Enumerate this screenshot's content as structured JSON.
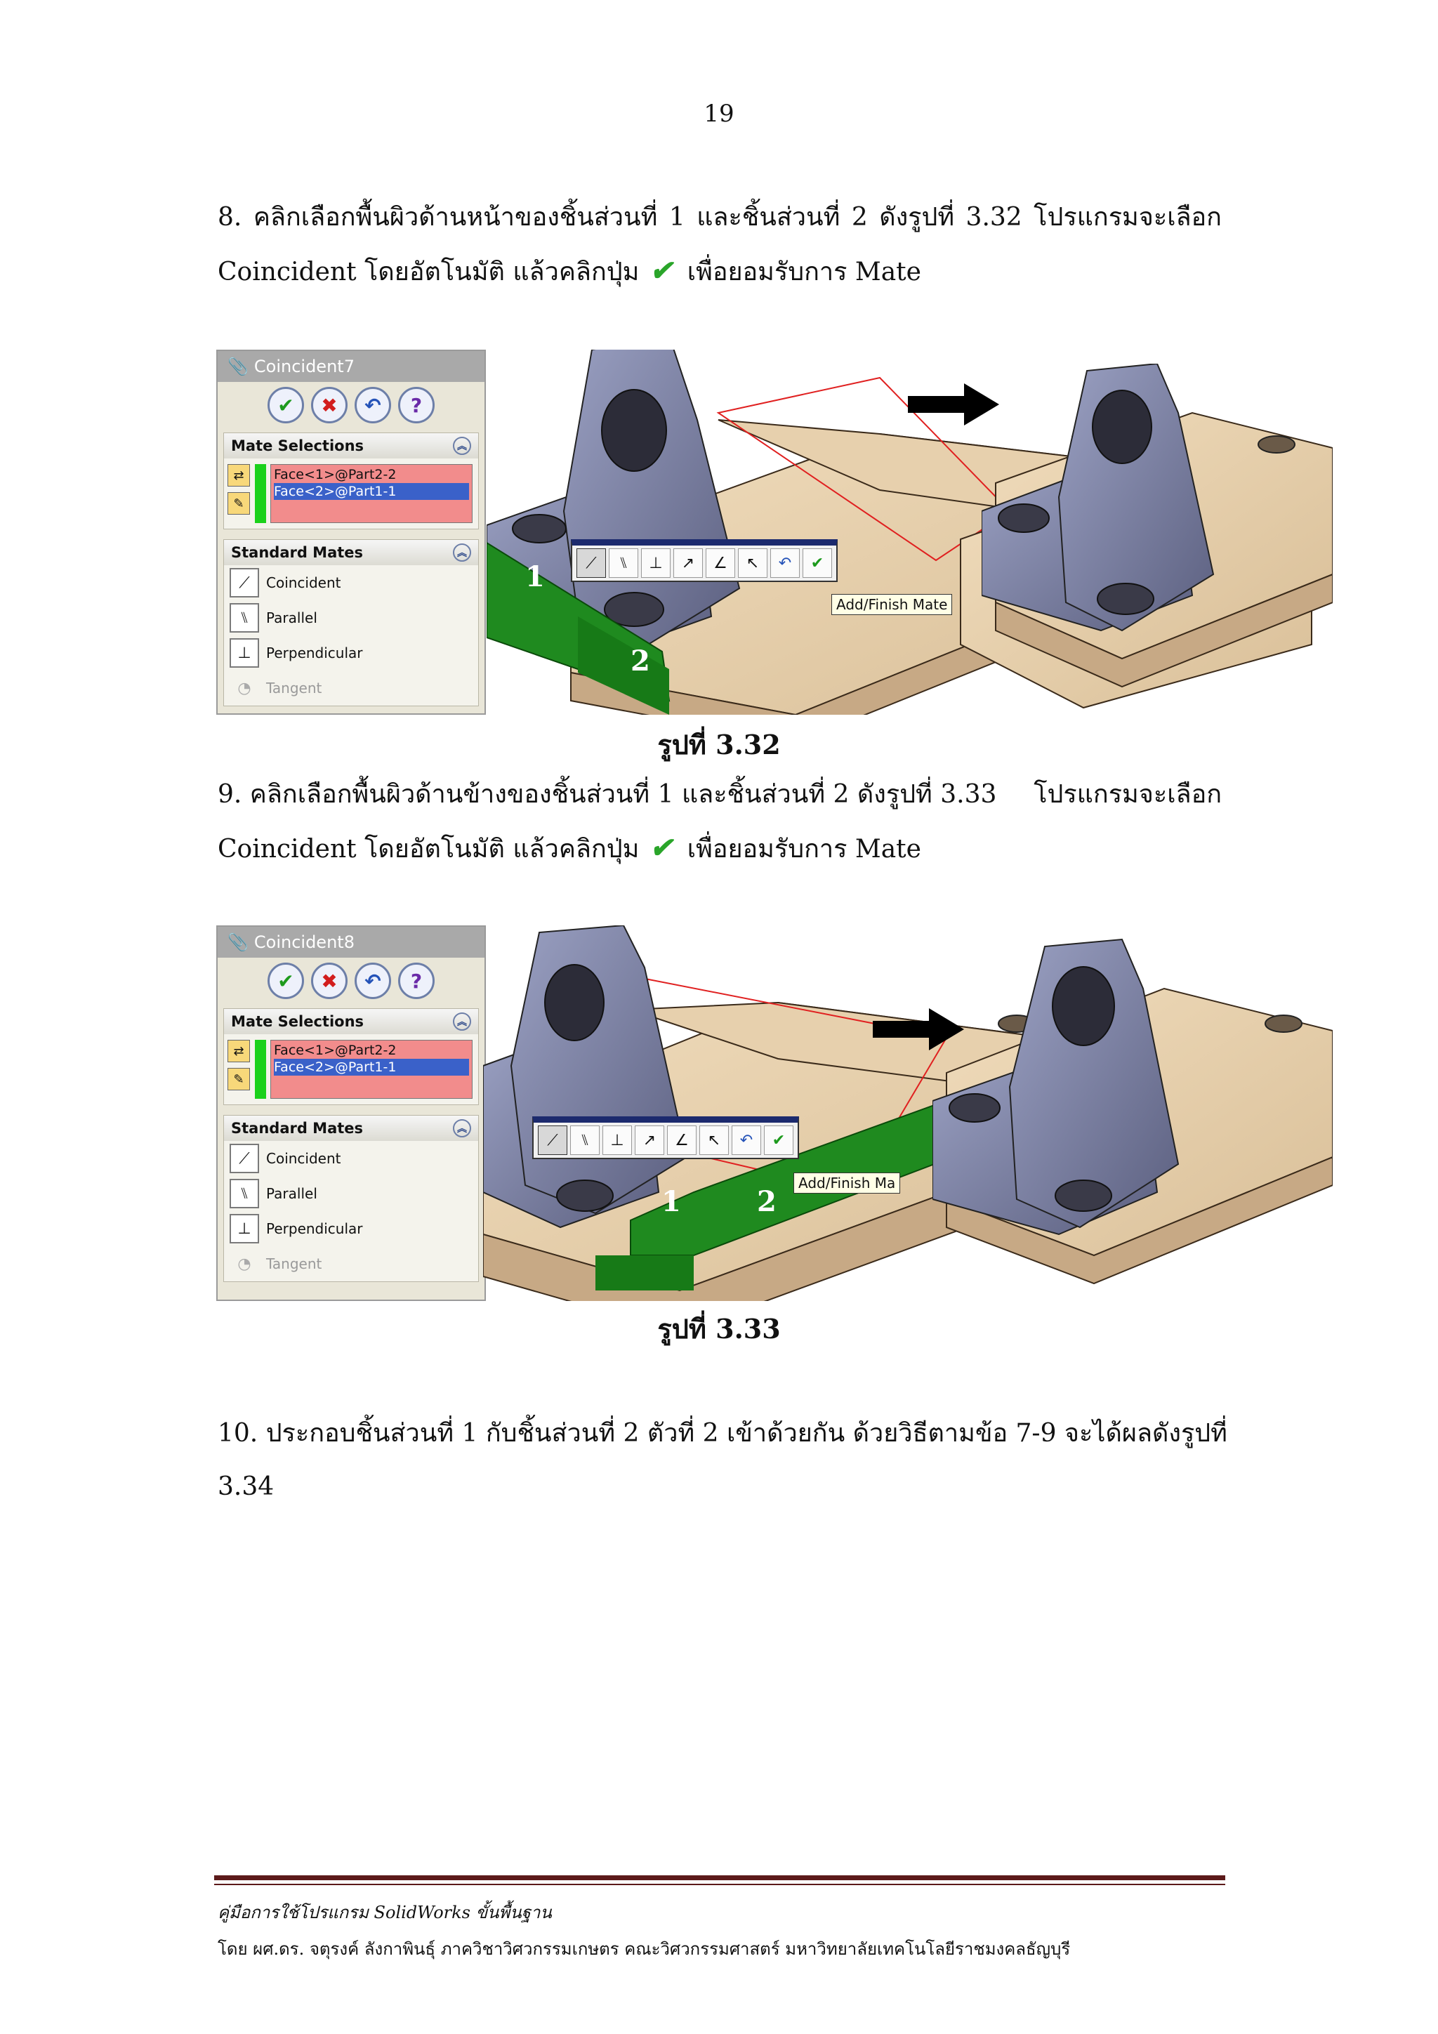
{
  "page_number": "19",
  "step8": {
    "line1": [
      "8.",
      "คลิกเลือกพื้นผิวด้านหน้าของชิ้นส่วนที่",
      "1",
      "และชิ้นส่วนที่",
      "2",
      "ดังรูปที่",
      "3.32",
      "โปรแกรมจะเลือก"
    ],
    "line2_before": "Coincident โดยอัตโนมัติ แล้วคลิกปุ่ม",
    "line2_after": "เพื่อยอมรับการ Mate"
  },
  "figure1": {
    "caption": "รูปที่ 3.32",
    "panel": {
      "title": "Coincident7",
      "mate_selections_label": "Mate Selections",
      "selections": [
        "Face<1>@Part2-2",
        "Face<2>@Part1-1"
      ],
      "standard_mates_label": "Standard Mates",
      "mates": [
        "Coincident",
        "Parallel",
        "Perpendicular",
        "Tangent"
      ]
    },
    "tooltip": "Add/Finish Mate",
    "labels": [
      "1",
      "2"
    ]
  },
  "step9": {
    "line1_left": "9. คลิกเลือกพื้นผิวด้านข้างของชิ้นส่วนที่ 1 และชิ้นส่วนที่ 2 ดังรูปที่ 3.33",
    "line1_right": "โปรแกรมจะเลือก",
    "line2_before": "Coincident โดยอัตโนมัติ แล้วคลิกปุ่ม",
    "line2_after": "เพื่อยอมรับการ Mate"
  },
  "figure2": {
    "caption": "รูปที่ 3.33",
    "panel": {
      "title": "Coincident8",
      "mate_selections_label": "Mate Selections",
      "selections": [
        "Face<1>@Part2-2",
        "Face<2>@Part1-1"
      ],
      "standard_mates_label": "Standard Mates",
      "mates": [
        "Coincident",
        "Parallel",
        "Perpendicular",
        "Tangent"
      ]
    },
    "tooltip": "Add/Finish Ma",
    "labels": [
      "1",
      "2"
    ]
  },
  "step10": {
    "line1": "10. ประกอบชิ้นส่วนที่ 1 กับชิ้นส่วนที่ 2 ตัวที่ 2 เข้าด้วยกัน ด้วยวิธีตามข้อ 7-9 จะได้ผลดังรูปที่",
    "line2": "3.34"
  },
  "footer": {
    "title": "คู่มือการใช้โปรแกรม SolidWorks ขั้นพื้นฐาน",
    "author": "โดย ผศ.ดร. จตุรงค์ ลังกาพินธุ์ ภาควิชาวิศวกรรมเกษตร คณะวิศวกรรมศาสตร์ มหาวิทยาลัยเทคโนโลยีราชมงคลธัญบุรี"
  }
}
